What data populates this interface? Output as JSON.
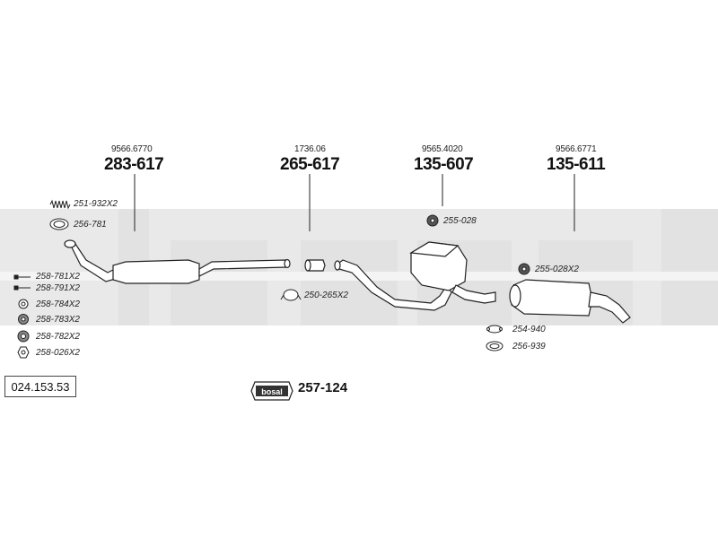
{
  "reference": "024.153.53",
  "watermark": "bosal",
  "kit": {
    "badge": "bosal",
    "part": "257-124"
  },
  "components": [
    {
      "oem": "9566.6770",
      "part": "283-617"
    },
    {
      "oem": "1736.06",
      "part": "265-617"
    },
    {
      "oem": "9565.4020",
      "part": "135-607"
    },
    {
      "oem": "9566.6771",
      "part": "135-611"
    }
  ],
  "accessories": {
    "spring": "251-932X2",
    "ring_front": "256-781",
    "bolt_a": "258-781X2",
    "bolt_b": "258-791X2",
    "washer_a": "258-784X2",
    "washer_b": "258-783X2",
    "washer_c": "258-782X2",
    "nut": "258-026X2",
    "clamp": "250-265X2",
    "hanger_mid": "255-028",
    "hanger_rear": "255-028X2",
    "gasket": "254-940",
    "ring_rear": "256-939"
  }
}
